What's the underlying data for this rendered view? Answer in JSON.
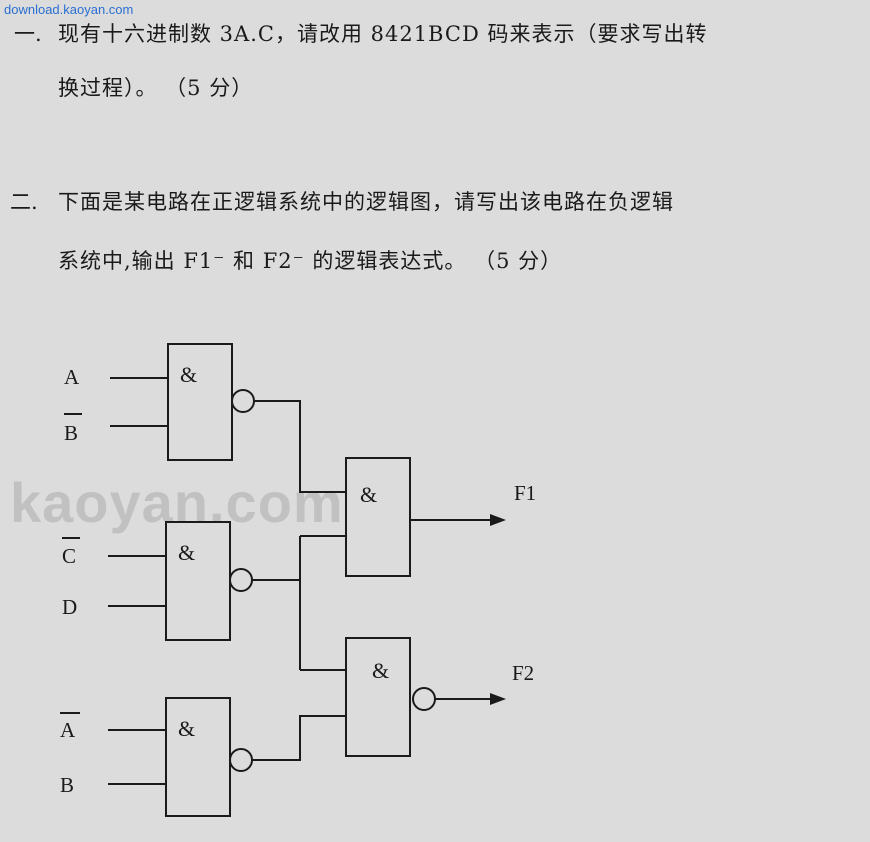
{
  "watermark_top": "download.kaoyan.com",
  "watermark_mid": "kaoyan.com",
  "q1": {
    "number": "一.",
    "line1": "现有十六进制数 3A.C，请改用 8421BCD 码来表示（要求写出转",
    "line2": "换过程）。 （5 分）"
  },
  "q2": {
    "number": "二.",
    "line1": "下面是某电路在正逻辑系统中的逻辑图，请写出该电路在负逻辑",
    "line2": "系统中,输出 F1⁻ 和 F2⁻ 的逻辑表达式。 （5 分）"
  },
  "circuit": {
    "gate_symbol": "&",
    "inputs": [
      "A",
      "B",
      "C",
      "D",
      "A",
      "B"
    ],
    "inputs_overbar": [
      false,
      true,
      true,
      false,
      true,
      false
    ],
    "outputs": [
      "F1",
      "F2"
    ]
  }
}
